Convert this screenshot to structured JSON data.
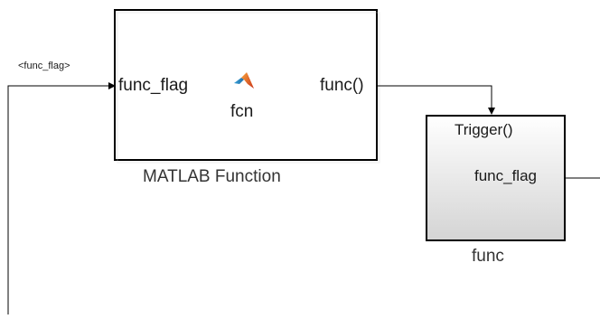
{
  "diagram": {
    "signal_label": "<func_flag>",
    "matlab_block": {
      "input_port": "func_flag",
      "output_port": "func()",
      "icon_text": "fcn",
      "icon": "matlab-logo-icon",
      "name": "MATLAB Function"
    },
    "func_subsystem": {
      "trigger_port": "Trigger()",
      "output_port": "func_flag",
      "name": "func"
    }
  }
}
